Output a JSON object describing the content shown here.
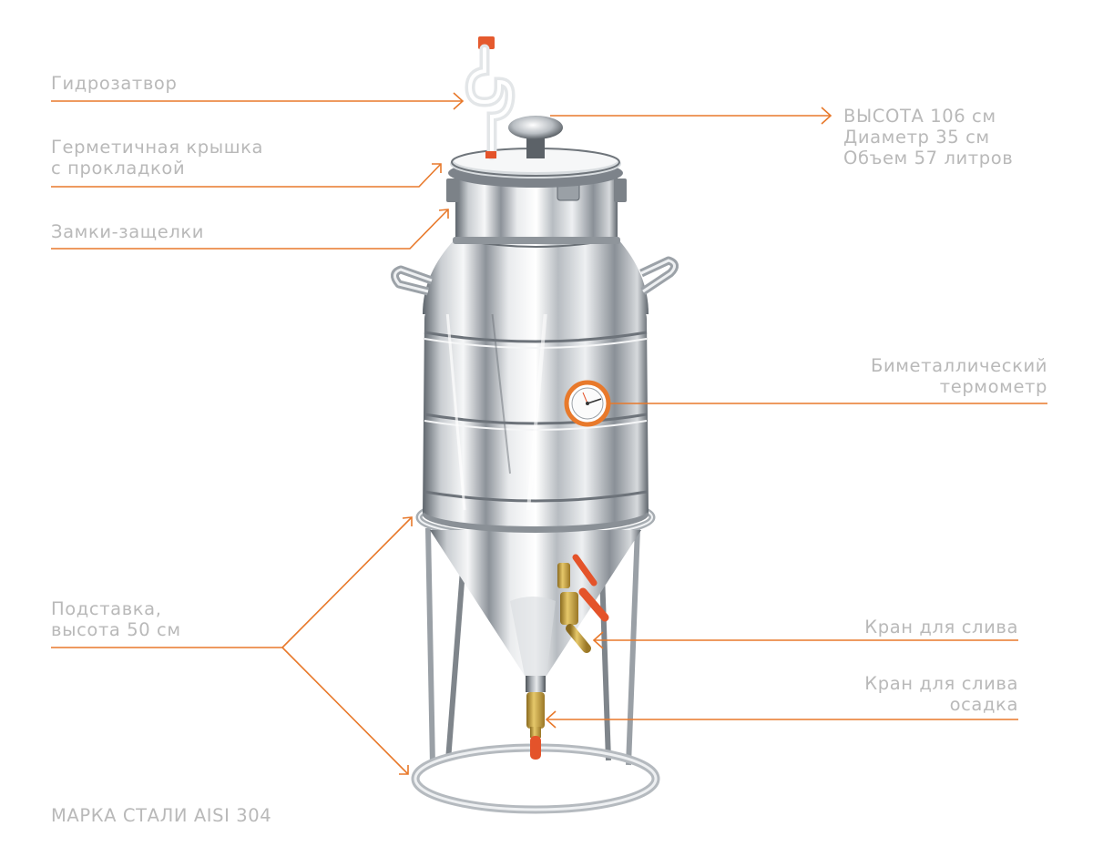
{
  "colors": {
    "leader": "#e8792b",
    "text": "#b9b9b9",
    "steel_light": "#f2f4f6",
    "steel_dark": "#6f757b",
    "valve_red": "#e4532a",
    "brass": "#c9a23a"
  },
  "labels": {
    "airlock": "Гидрозатвор",
    "lid": [
      "Герметичная крышка",
      "с прокладкой"
    ],
    "latches": "Замки-защелки",
    "specs": [
      "ВЫСОТА 106 см",
      "Диаметр 35 см",
      "Объем 57 литров"
    ],
    "thermometer": [
      "Биметаллический",
      "термометр"
    ],
    "stand": [
      "Подставка,",
      "высота 50 см"
    ],
    "drain_valve": "Кран для слива",
    "sediment_valve": [
      "Кран для слива",
      "осадка"
    ],
    "steel_grade": "МАРКА СТАЛИ AISI 304"
  }
}
